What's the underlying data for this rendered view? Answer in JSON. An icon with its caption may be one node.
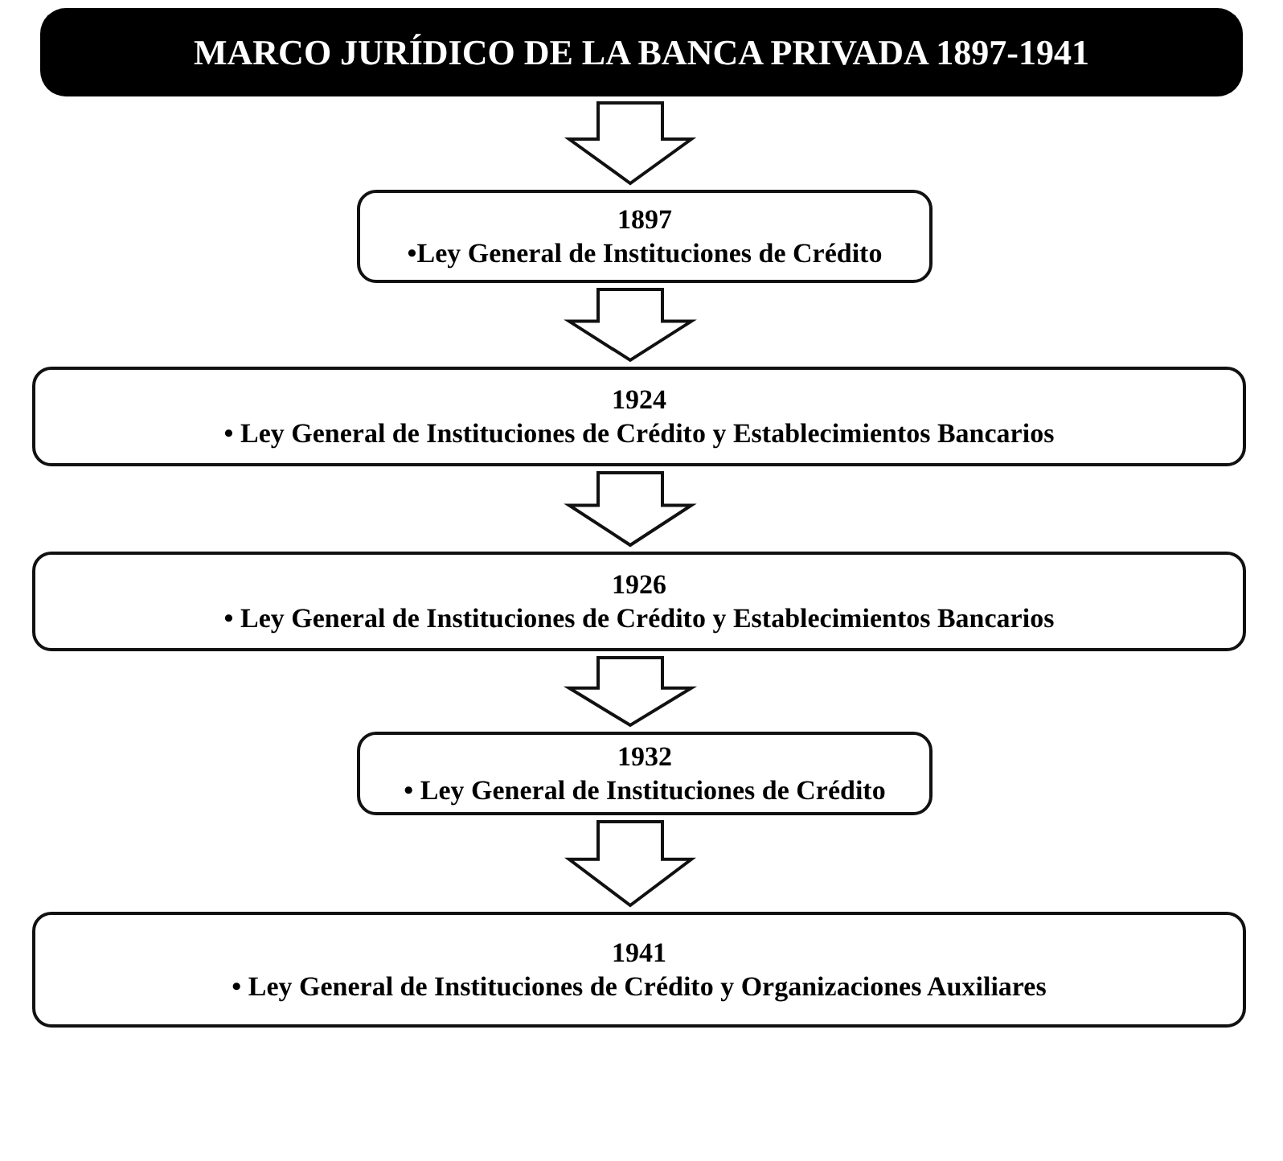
{
  "diagram": {
    "nodes": [
      {
        "text": [
          "MARCO JURÍDICO DE LA BANCA PRIVADA 1897-1941"
        ]
      },
      {
        "text": [
          "1897",
          "•Ley General de Instituciones de Crédito"
        ]
      },
      {
        "text": [
          "1924",
          "• Ley General de Instituciones de Crédito y Establecimientos Bancarios"
        ]
      },
      {
        "text": [
          "1926",
          "• Ley General de Instituciones de Crédito y Establecimientos Bancarios"
        ]
      },
      {
        "text": [
          "1932",
          "• Ley General de Instituciones de Crédito"
        ]
      },
      {
        "text": [
          "1941",
          "• Ley General de Instituciones de Crédito y Organizaciones Auxiliares"
        ]
      }
    ],
    "edges": [
      {
        "from": 0,
        "to": 1,
        "arrow": "to"
      },
      {
        "from": 1,
        "to": 2,
        "arrow": "to"
      },
      {
        "from": 2,
        "to": 3,
        "arrow": "to"
      },
      {
        "from": 3,
        "to": 4,
        "arrow": "to"
      },
      {
        "from": 4,
        "to": 5,
        "arrow": "to"
      }
    ]
  }
}
